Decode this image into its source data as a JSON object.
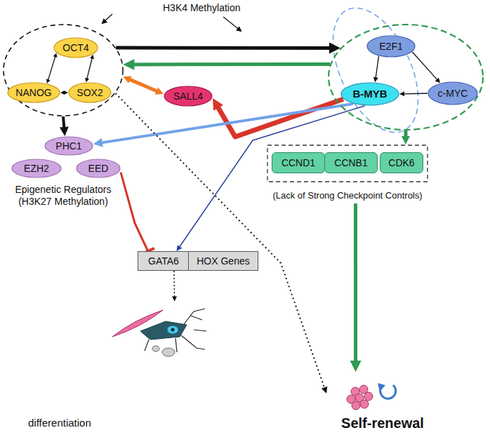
{
  "diagram": {
    "nodes": [
      {
        "text": []
      },
      {
        "text": [
          "OCT4"
        ],
        "in": 0
      },
      {
        "text": [
          "NANOG"
        ],
        "in": 0
      },
      {
        "text": [
          "SOX2"
        ],
        "in": 0
      },
      {
        "text": []
      },
      {
        "text": [
          "E2F1"
        ],
        "in": 4
      },
      {
        "text": [
          "B-MYB"
        ],
        "in": 4
      },
      {
        "text": [
          "c-MYC"
        ],
        "in": 4
      },
      {
        "text": [
          "SALL4"
        ]
      },
      {
        "text": [
          "PHC1"
        ]
      },
      {
        "text": [
          "EZH2"
        ]
      },
      {
        "text": [
          "EED"
        ]
      },
      {
        "text": [
          "(Lack of Strong Checkpoint Controls)"
        ]
      },
      {
        "text": [
          "CCND1"
        ],
        "in": 12
      },
      {
        "text": [
          "CCNB1"
        ],
        "in": 12
      },
      {
        "text": [
          "CDK6"
        ],
        "in": 12
      },
      {
        "text": [
          "GATA6"
        ]
      },
      {
        "text": [
          "HOX Genes"
        ]
      },
      {
        "text": [
          "Self-renewal"
        ]
      },
      {
        "text": [
          "differentiation"
        ]
      }
    ],
    "edges": [
      {
        "from": 1,
        "to": 2,
        "arrow": "both"
      },
      {
        "from": 1,
        "to": 3,
        "arrow": "both"
      },
      {
        "from": 2,
        "to": 3,
        "arrow": "both"
      },
      {
        "from": 5,
        "to": 6,
        "arrow": "to"
      },
      {
        "from": 5,
        "to": 7,
        "arrow": "to"
      },
      {
        "from": 7,
        "to": 6,
        "arrow": "to"
      },
      {
        "from": 0,
        "to": 4,
        "arrow": "to"
      },
      {
        "from": 4,
        "to": 0,
        "arrow": "to"
      },
      {
        "from": 0,
        "to": 8,
        "arrow": "both"
      },
      {
        "from": 6,
        "to": 8,
        "arrow": "to"
      },
      {
        "from": 0,
        "to": 9,
        "arrow": "to"
      },
      {
        "from": 6,
        "to": 9,
        "arrow": "to"
      },
      {
        "from": 6,
        "to": 16,
        "arrow": "to"
      },
      {
        "from": 11,
        "to": 16,
        "arrow": "to"
      },
      {
        "from": 4,
        "to": 12,
        "arrow": "to"
      },
      {
        "from": 12,
        "to": 18,
        "arrow": "to"
      },
      {
        "from": 0,
        "to": 18,
        "arrow": "to"
      },
      {
        "from": 16,
        "to": 19,
        "arrow": "to"
      }
    ],
    "labels": [
      "H3K4 Methylation",
      "Epigenetic Regulators (H3K27 Methylation)"
    ]
  }
}
